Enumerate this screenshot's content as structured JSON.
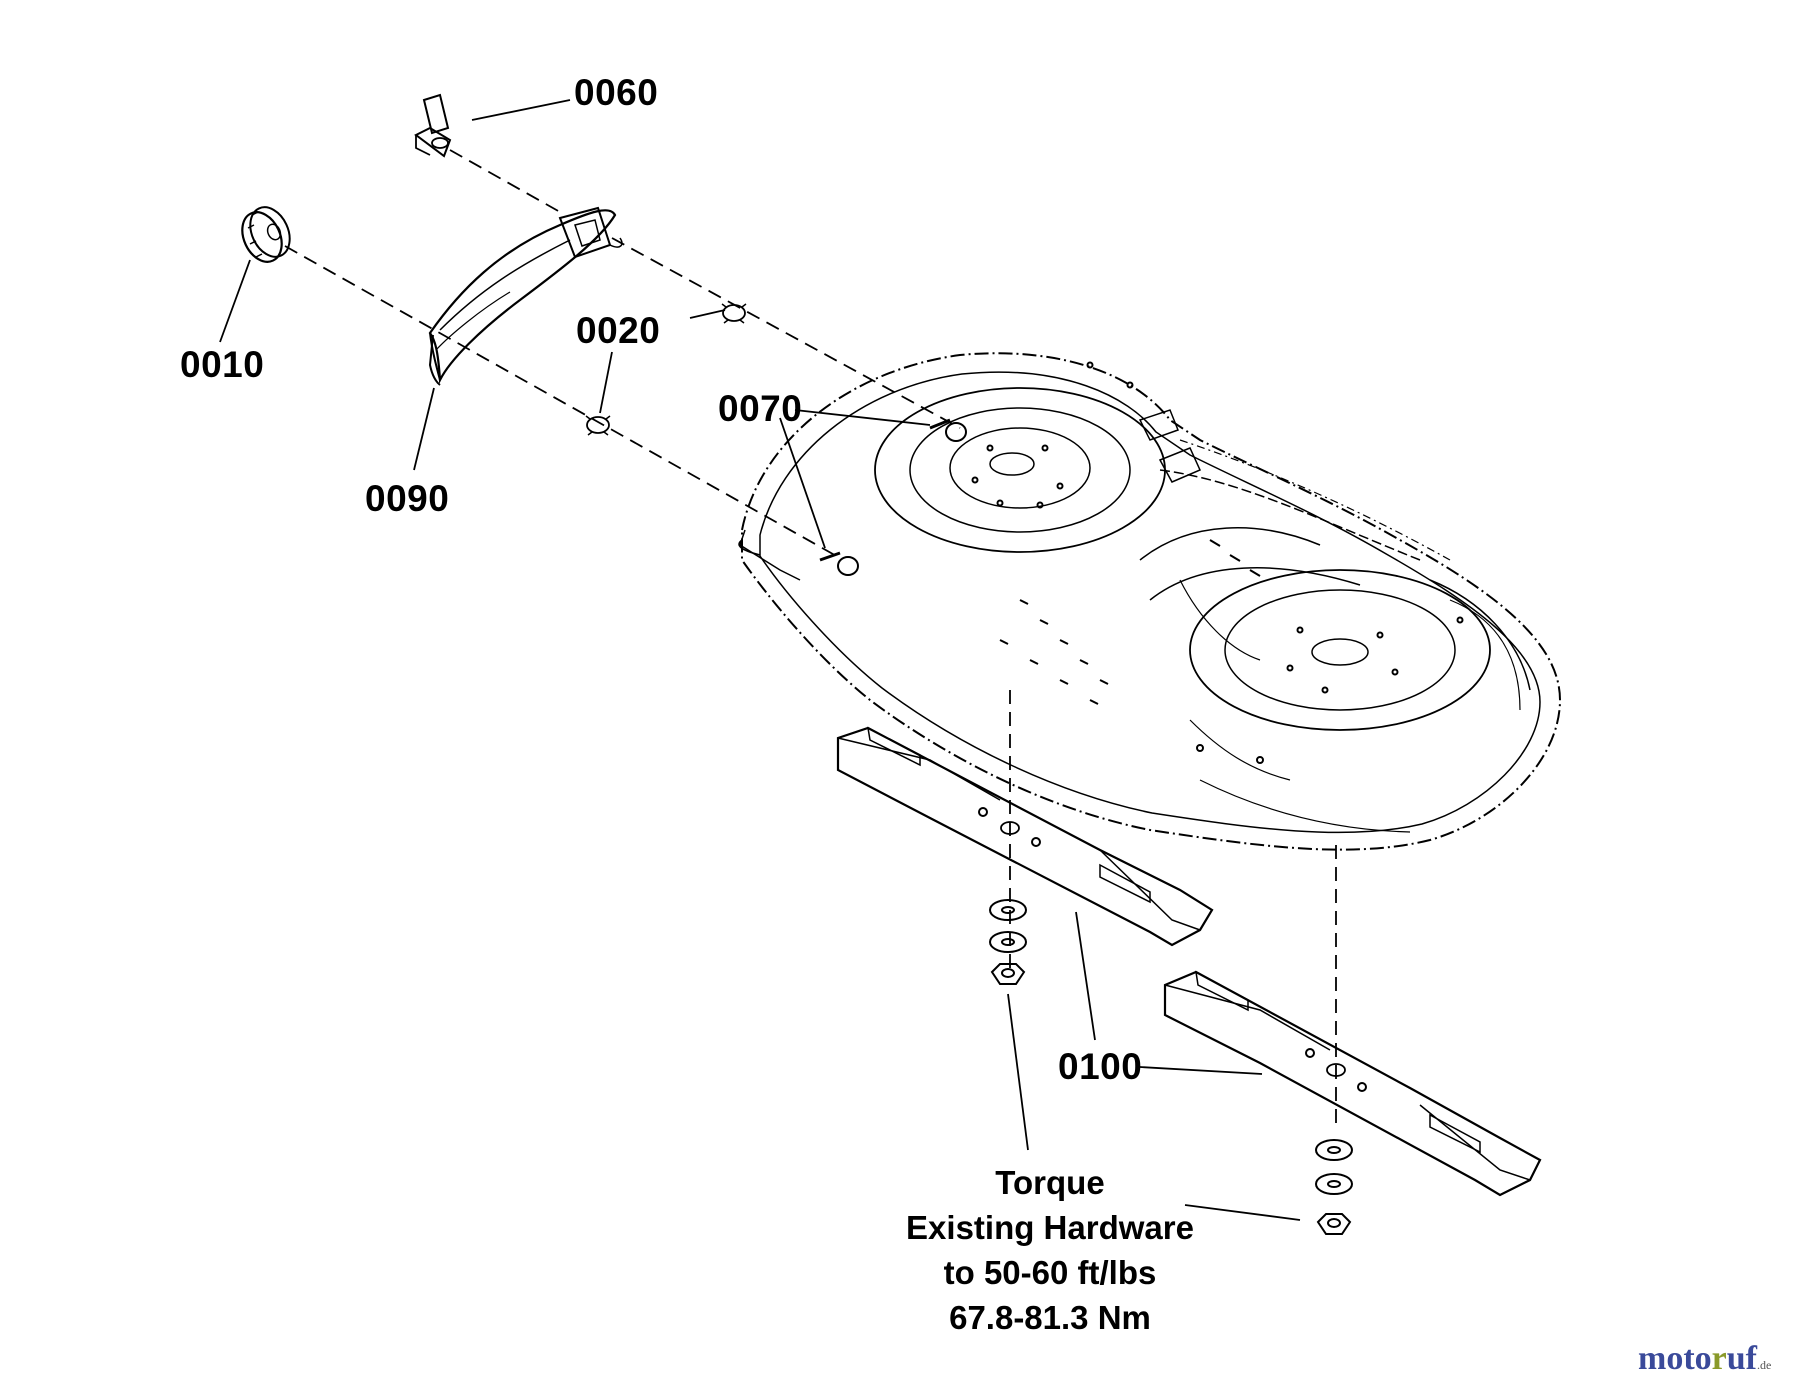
{
  "callouts": {
    "p0060": "0060",
    "p0010": "0010",
    "p0020": "0020",
    "p0070": "0070",
    "p0090": "0090",
    "p0100": "0100"
  },
  "torque_note": {
    "line1": "Torque",
    "line2": "Existing Hardware",
    "line3": "to 50-60 ft/lbs",
    "line4": "67.8-81.3 Nm"
  },
  "watermark": {
    "text": "motoruf",
    "suffix": ".de",
    "color_main": "#3a4a9a",
    "color_accent": "#8a9a2a"
  },
  "colors": {
    "line": "#000000",
    "background": "#ffffff"
  }
}
